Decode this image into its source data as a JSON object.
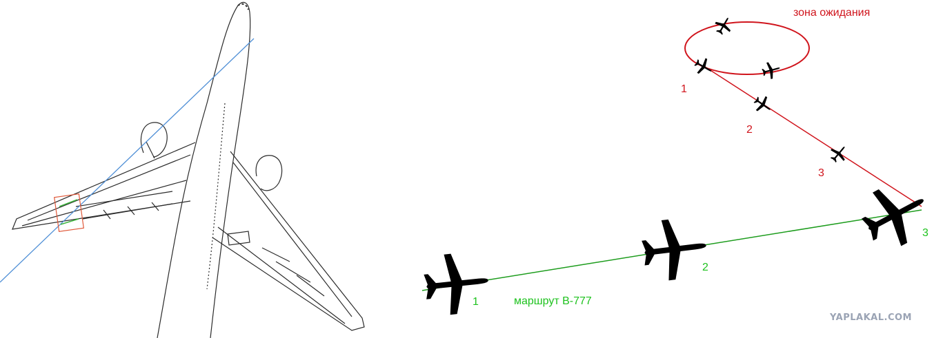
{
  "labels": {
    "holding_zone": "зона ожидания",
    "red_1": "1",
    "red_2": "2",
    "red_3": "3",
    "green_1": "1",
    "green_2": "2",
    "green_3": "3",
    "route": "маршрут В-777"
  },
  "watermark": "YAPLAKAL.COM",
  "colors": {
    "red_route": "#d0141c",
    "green_route": "#1c9c1c",
    "green_labels": "#1ec21e",
    "crossing_line": "#4f8fd6",
    "airplane": "#000000"
  },
  "icons": [
    "airplane-icon"
  ]
}
